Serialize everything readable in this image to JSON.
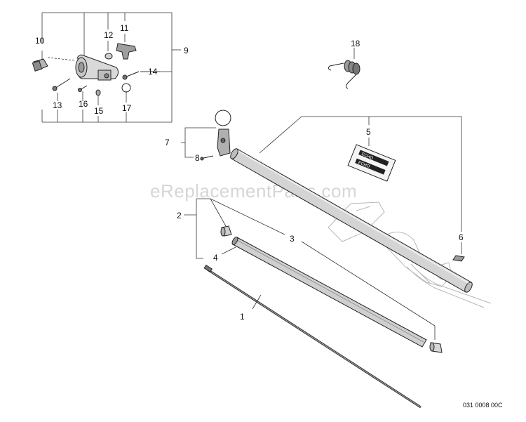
{
  "watermark": "eReplacementParts.com",
  "diagram_code": "031 0008 00C",
  "callouts": {
    "c1": "1",
    "c2": "2",
    "c3": "3",
    "c4": "4",
    "c5": "5",
    "c6": "6",
    "c7": "7",
    "c8": "8",
    "c9": "9",
    "c10": "10",
    "c11": "11",
    "c12": "12",
    "c13": "13",
    "c14": "14",
    "c15": "15",
    "c16": "16",
    "c17": "17",
    "c18": "18"
  },
  "decal_text": [
    "ECHO",
    "ECHO"
  ]
}
